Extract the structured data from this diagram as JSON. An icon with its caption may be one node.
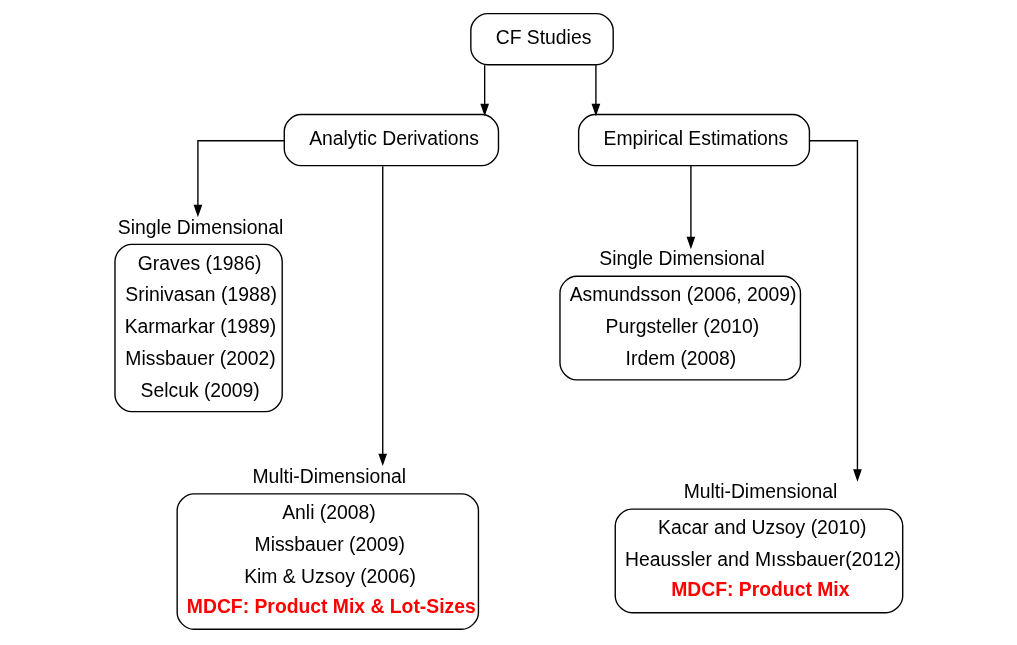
{
  "diagram": {
    "nodes": [
      {
        "text": [
          "CF Studies"
        ]
      },
      {
        "text": [
          "Analytic Derivations"
        ]
      },
      {
        "text": [
          "Empirical Estimations"
        ]
      },
      {
        "text": [
          "Single Dimensional",
          "Graves (1986)",
          "Srinivasan (1988)",
          "Karmarkar (1989)",
          "Missbauer (2002)",
          "Selcuk (2009)"
        ]
      },
      {
        "text": [
          "Multi-Dimensional",
          "Anli (2008)",
          "Missbauer (2009)",
          "Kim & Uzsoy (2006)",
          "MDCF: Product Mix & Lot-Sizes"
        ]
      },
      {
        "text": [
          "Single Dimensional",
          "Asmundsson (2006, 2009)",
          "Purgsteller (2010)",
          "Irdem (2008)"
        ]
      },
      {
        "text": [
          "Multi-Dimensional",
          "Kacar and Uzsoy (2010)",
          "Heaussler and Mıssbauer(2012)",
          "MDCF: Product Mix"
        ]
      }
    ],
    "edges": [
      {
        "from": 0,
        "to": 1,
        "arrow": "to"
      },
      {
        "from": 0,
        "to": 2,
        "arrow": "to"
      },
      {
        "from": 1,
        "to": 3,
        "arrow": "to"
      },
      {
        "from": 1,
        "to": 4,
        "arrow": "to"
      },
      {
        "from": 2,
        "to": 5,
        "arrow": "to"
      },
      {
        "from": 2,
        "to": 6,
        "arrow": "to"
      }
    ]
  }
}
